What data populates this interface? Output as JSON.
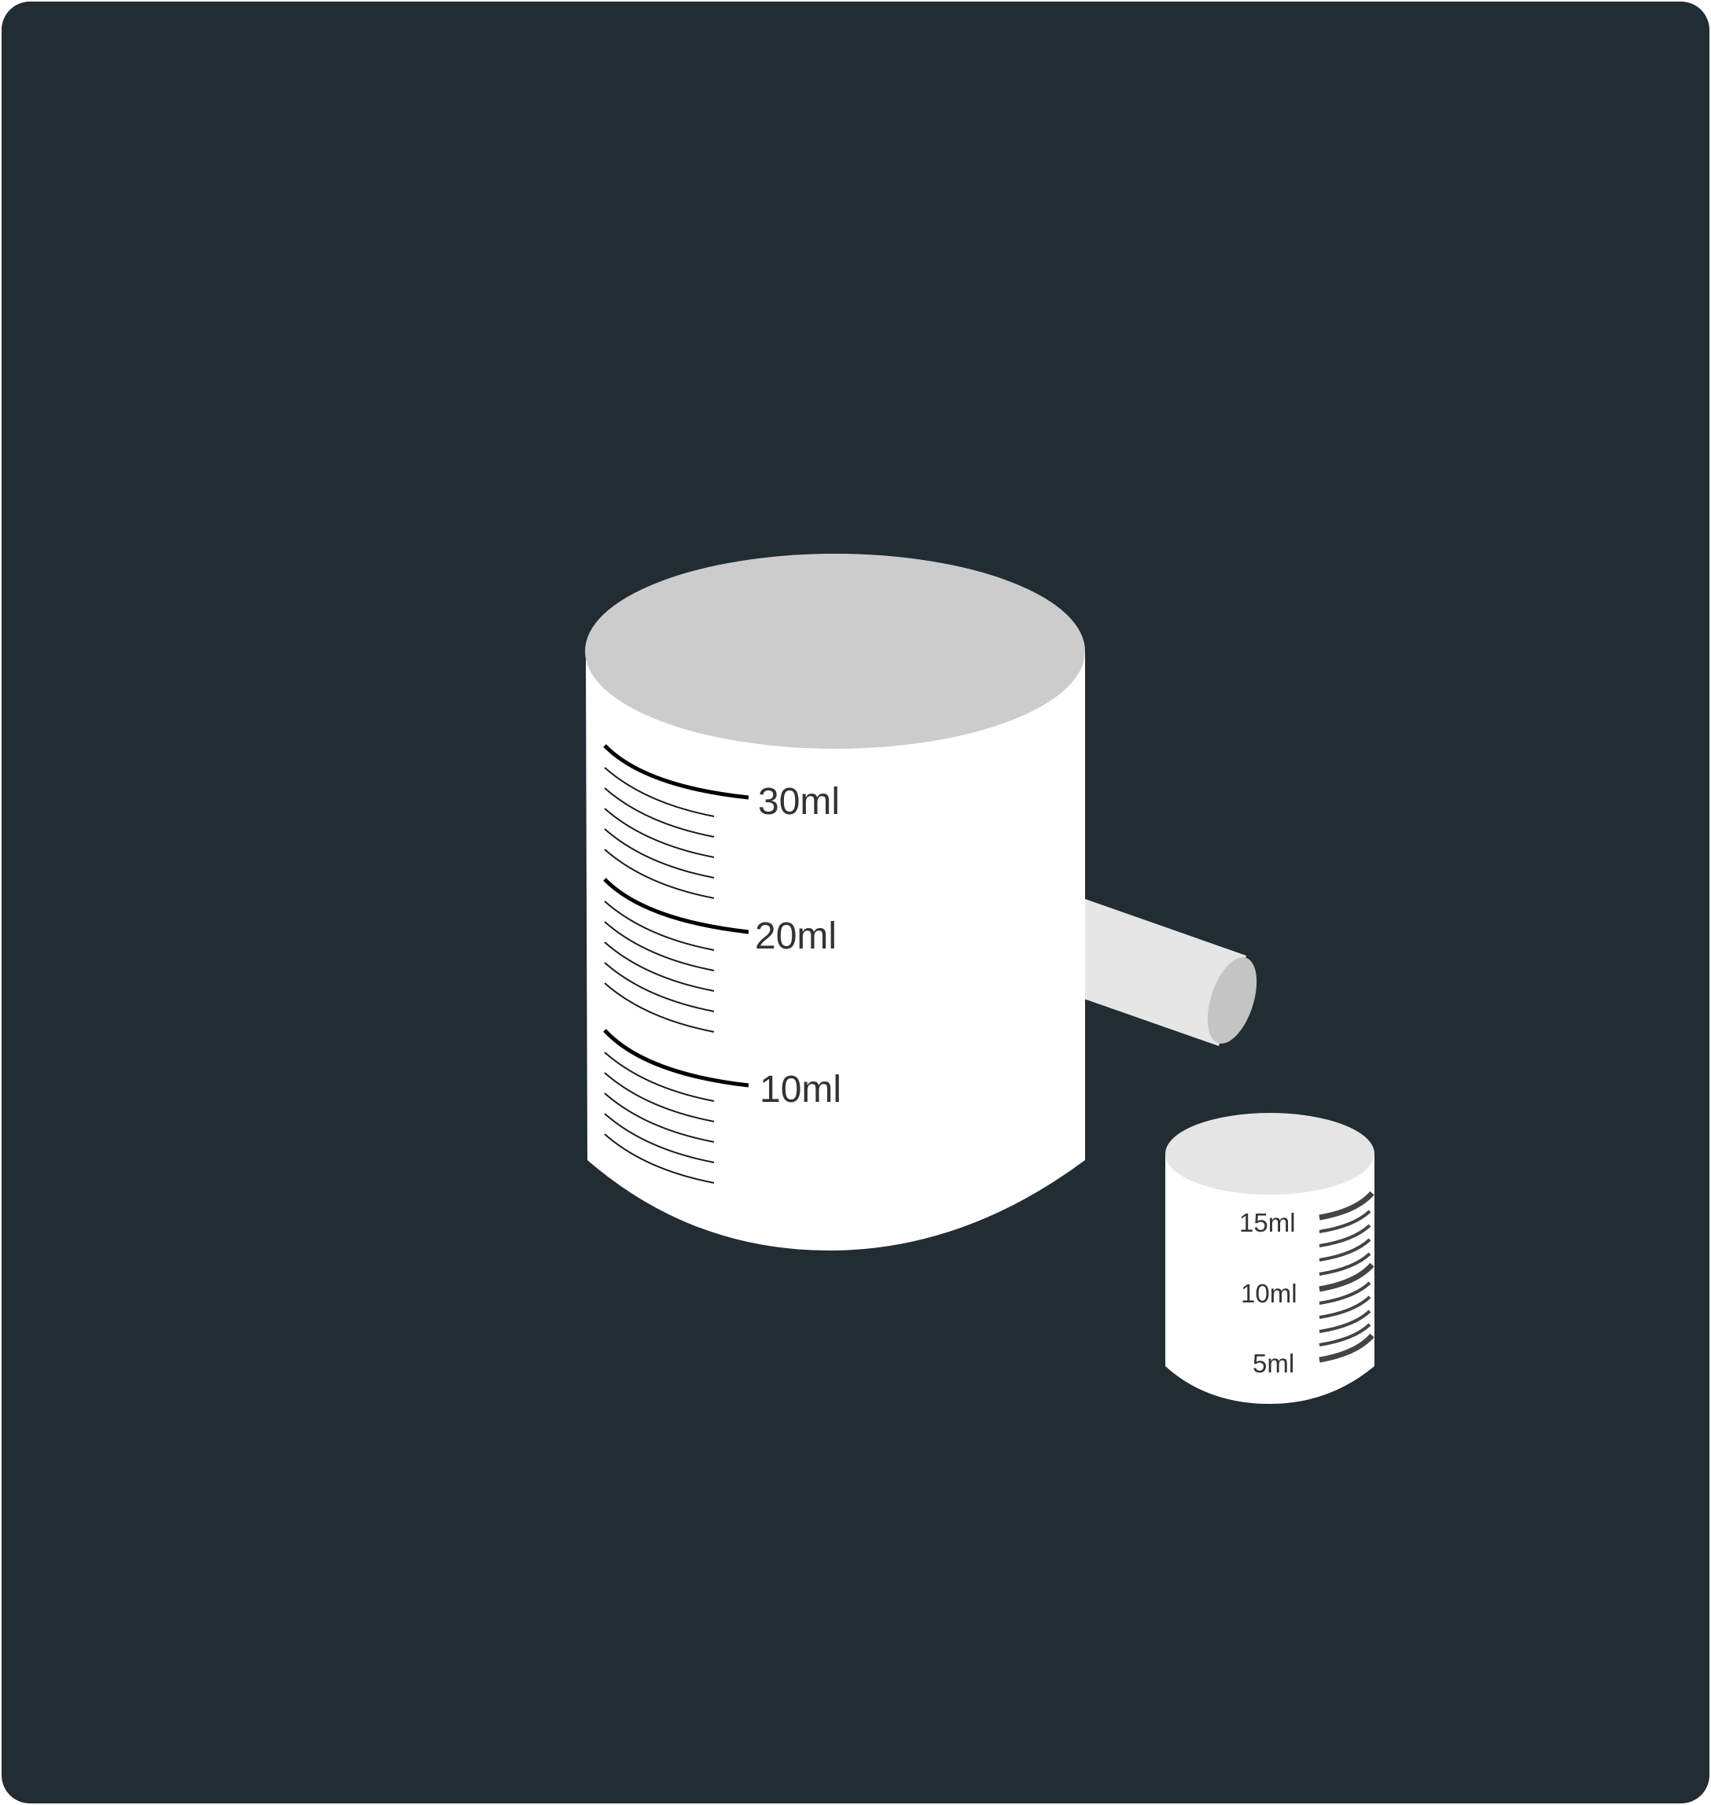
{
  "colors": {
    "panel": "#222c33",
    "cup_body": "#ffffff",
    "cup_rim": "#cccccc",
    "small_rim": "#e5e5e5",
    "handle": "#e6e6e6",
    "handle_end": "#c4c4c4",
    "major_tick": "#000000",
    "minor_tick": "#1a1a1a",
    "small_tick": "#444444",
    "label_text": "#333333"
  },
  "large_cup": {
    "labels": {
      "ml30": "30ml",
      "ml20": "20ml",
      "ml10": "10ml"
    }
  },
  "small_cup": {
    "labels": {
      "ml15": "15ml",
      "ml10": "10ml",
      "ml5": "5ml"
    }
  }
}
